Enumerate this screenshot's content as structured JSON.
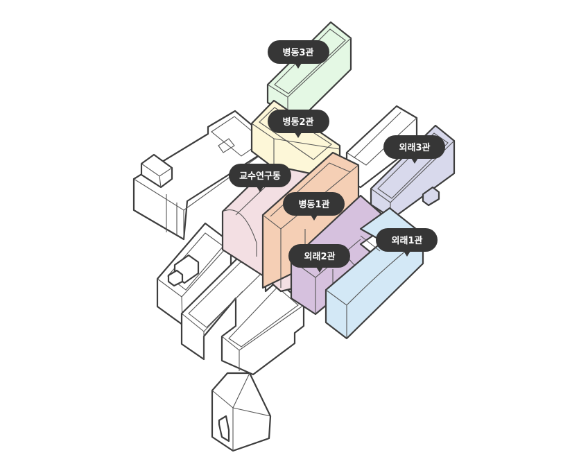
{
  "labels": {
    "ward3": "병동3관",
    "ward2": "병동2관",
    "ward1": "병동1관",
    "faculty": "교수연구동",
    "outpatient3": "외래3관",
    "outpatient2": "외래2관",
    "outpatient1": "외래1관"
  },
  "colors": {
    "ward3": "#e4f8e4",
    "ward2": "#fdf7d8",
    "ward1": "#f5cfb5",
    "faculty": "#f3dfe3",
    "outpatient3": "#d8d9ec",
    "outpatient2": "#d6c1de",
    "outpatient1": "#d3e8f6",
    "other": "#ffffff",
    "tag": "#363636"
  }
}
